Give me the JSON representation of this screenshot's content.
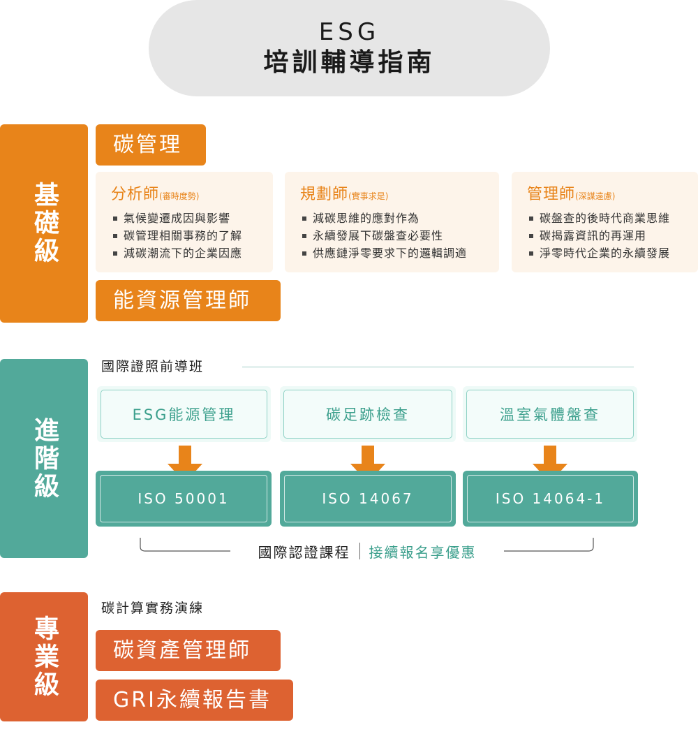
{
  "title": {
    "line1": "ESG",
    "line2": "培訓輔導指南"
  },
  "levels": {
    "basic": "基礎級",
    "advanced": "進階級",
    "professional": "專業級"
  },
  "colors": {
    "orange": "#e8841a",
    "teal": "#52a99a",
    "red": "#dd6231",
    "pill_gray": "#e6e6e6"
  },
  "basic": {
    "carbon_tag": "碳管理",
    "energy_tag": "能資源管理師",
    "roles": [
      {
        "name": "分析師",
        "note": "(審時度勢)",
        "items": [
          "氣候變遷成因與影響",
          "碳管理相關事務的了解",
          "減碳潮流下的企業因應"
        ]
      },
      {
        "name": "規劃師",
        "note": "(實事求是)",
        "items": [
          "減碳思維的應對作為",
          "永續發展下碳盤查必要性",
          "供應鏈淨零要求下的邏輯調適"
        ]
      },
      {
        "name": "管理師",
        "note": "(深謀遠慮)",
        "items": [
          "碳盤查的後時代商業思維",
          "碳揭露資訊的再運用",
          "淨零時代企業的永續發展"
        ]
      }
    ]
  },
  "advanced": {
    "heading": "國際證照前導班",
    "courses": [
      "ESG能源管理",
      "碳足跡檢查",
      "溫室氣體盤查"
    ],
    "isos": [
      "ISO 50001",
      "ISO 14067",
      "ISO 14064-1"
    ],
    "caption_left": "國際認證課程",
    "caption_right": "接續報名享優惠"
  },
  "professional": {
    "heading": "碳計算實務演練",
    "tags": [
      "碳資產管理師",
      "GRI永續報告書"
    ]
  }
}
